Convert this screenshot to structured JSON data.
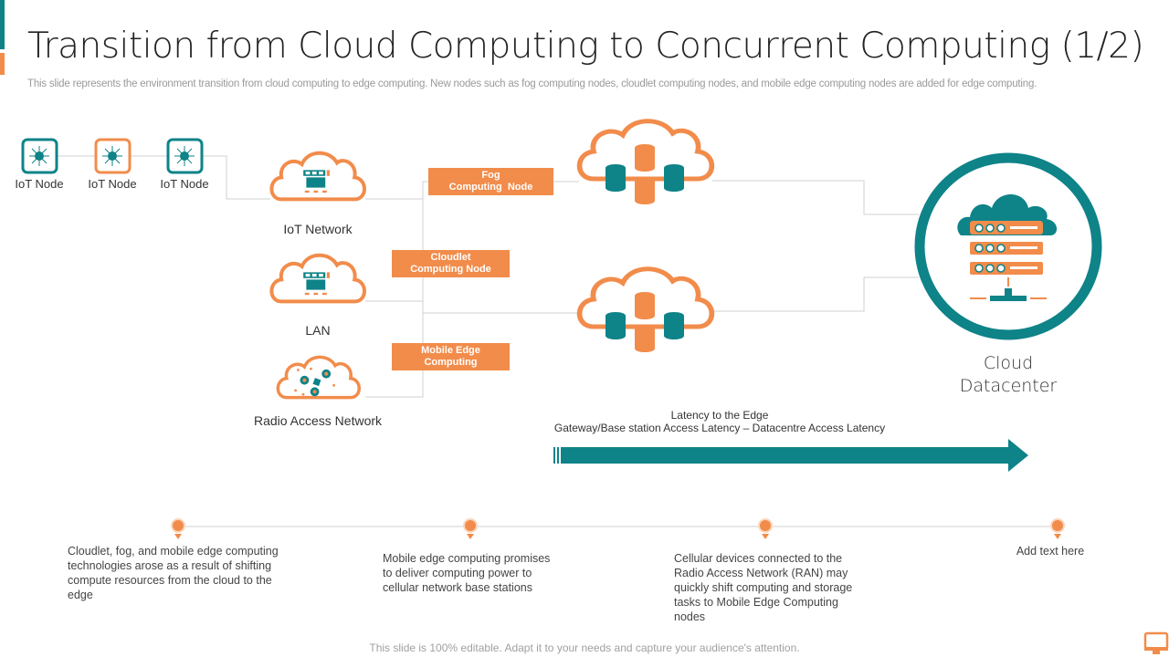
{
  "slide": {
    "title": "Transition from Cloud Computing to Concurrent Computing (1/2)",
    "subtitle": "This slide represents the environment transition from cloud computing to edge computing. New nodes such as fog computing nodes, cloudlet computing nodes, and mobile edge computing nodes are added for edge computing.",
    "footer": "This slide is 100% editable. Adapt it to your needs and capture your audience's attention."
  },
  "colors": {
    "teal": "#0e8388",
    "orange": "#f28c4b",
    "line": "#d0d0d0",
    "text": "#333333"
  },
  "diagram": {
    "iot_nodes": [
      {
        "label": "IoT Node",
        "border": "teal"
      },
      {
        "label": "IoT Node",
        "border": "orange"
      },
      {
        "label": "IoT Node",
        "border": "teal"
      }
    ],
    "networks": [
      {
        "label": "IoT Network",
        "icon": "network-switch-icon"
      },
      {
        "label": "LAN",
        "icon": "network-switch-icon"
      },
      {
        "label": "Radio Access Network",
        "icon": "user-network-icon"
      }
    ],
    "tags": [
      {
        "line1": "Fog",
        "line2": "Computing  Node"
      },
      {
        "line1": "Cloudlet",
        "line2": "Computing Node"
      },
      {
        "line1": "Mobile Edge",
        "line2": "Computing"
      }
    ],
    "edge_clouds": [
      {
        "icon": "database-cluster-icon"
      },
      {
        "icon": "database-cluster-icon"
      }
    ],
    "datacenter": {
      "line1": "Cloud",
      "line2": "Datacenter",
      "icon": "cloud-server-icon"
    },
    "latency": {
      "line1": "Latency to the Edge",
      "line2": "Gateway/Base station Access Latency – Datacentre Access Latency"
    }
  },
  "timeline": [
    {
      "text": "Cloudlet, fog, and mobile edge computing technologies arose as a result of shifting compute resources from the cloud to the edge"
    },
    {
      "text": "Mobile edge computing promises to deliver  computing power to cellular network base stations"
    },
    {
      "text": "Cellular devices connected to the Radio Access Network (RAN) may quickly shift computing and storage tasks to Mobile Edge Computing nodes"
    },
    {
      "text": "Add text here"
    }
  ]
}
